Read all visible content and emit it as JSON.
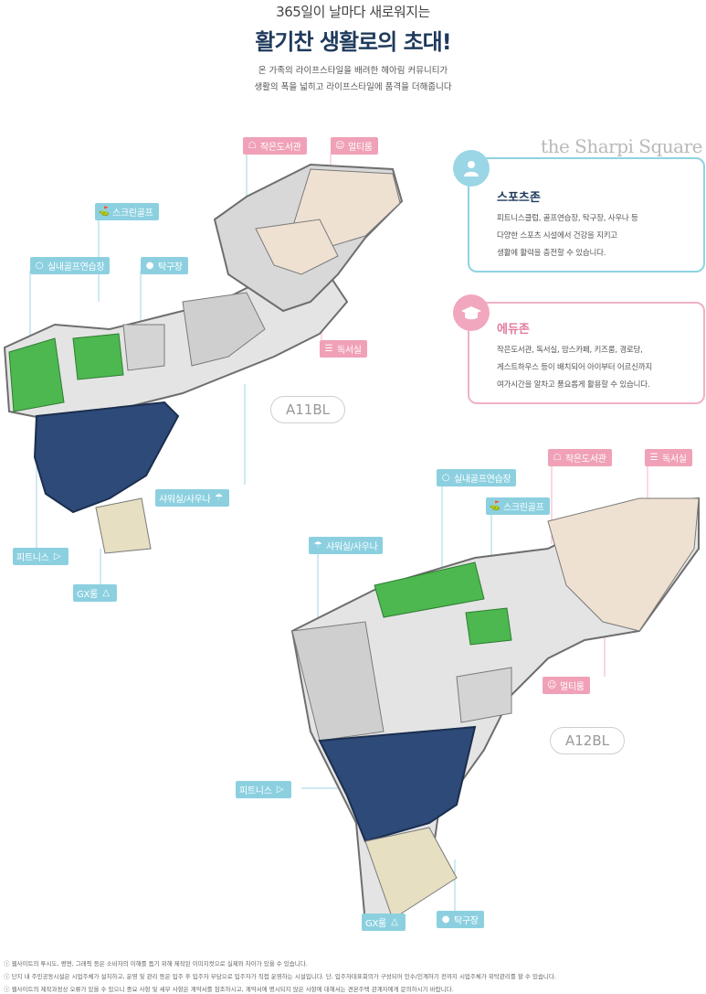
{
  "header": {
    "subtitle": "365일이 날마다 새로워지는",
    "title": "활기찬 생활로의 초대!",
    "desc_line1": "온 가족의 라이프스타일을 배려한 헤아림 커뮤니티가",
    "desc_line2": "생활의 폭을 넓히고 라이프스타일에 품격을 더해줍니다"
  },
  "brand": "the Sharpi Square",
  "zones": {
    "sports": {
      "title": "스포츠존",
      "line1": "피트니스클럽, 골프연습장, 탁구장, 사우나 등",
      "line2": "다양한 스포츠 시설에서 건강을 지키고",
      "line3": "생활에 활력을 충전할 수 있습니다.",
      "color": "#8fd3e2",
      "icon": "person-icon"
    },
    "edu": {
      "title": "에듀존",
      "line1": "작은도서관, 독서실, 맘스카페, 키즈룸, 경로당,",
      "line2": "게스트하우스 등이 배치되어 아이부터 어르신까지",
      "line3": "여가시간을 알차고 풍요롭게 활용할 수 있습니다.",
      "color": "#efb1c4",
      "icon": "graduation-cap-icon"
    }
  },
  "a11": {
    "tag": "A11BL",
    "labels": {
      "small_library": "작은도서관",
      "multi_room": "멀티룸",
      "screen_golf": "스크린골프",
      "indoor_golf": "실내골프연습장",
      "table_tennis": "탁구장",
      "reading_room": "독서실",
      "shower_sauna": "샤워실/사우나",
      "fitness": "피트니스",
      "gx_room": "GX룸"
    }
  },
  "a12": {
    "tag": "A12BL",
    "labels": {
      "indoor_golf": "실내골프연습장",
      "small_library": "작은도서관",
      "reading_room": "독서실",
      "screen_golf": "스크린골프",
      "shower_sauna": "샤워실/사우나",
      "multi_room": "멀티룸",
      "fitness": "피트니스",
      "gx_room": "GX룸",
      "table_tennis": "탁구장"
    }
  },
  "notes": {
    "n1": "ⓘ 웹사이트의 투시도, 평면, 그래픽 등은 소비자의 이해를 돕기 위해 제작된 이미지컷으로 실제와 차이가 있을 수 있습니다.",
    "n2": "ⓘ 단지 내 주민공동시설은 시업주체가 설치하고, 운영 및 관리 등은 입주 후 입주자 부담으로 입주자가 직접 운영하는 시설입니다. 단, 입주자대표회의가 구성되어 인수/인계하기 전까지 시업주체가 위탁관리를 할 수 있습니다.",
    "n3": "ⓘ 웹사이트의 제작과정상 오류가 있을 수 있으니 중요 사항 및 세부 사항은 계약서를 참조하시고, 계약서에 명시되지 않은 사항에 대해서는 견본주택 관계자에게 문의하시기 바랍니다."
  }
}
